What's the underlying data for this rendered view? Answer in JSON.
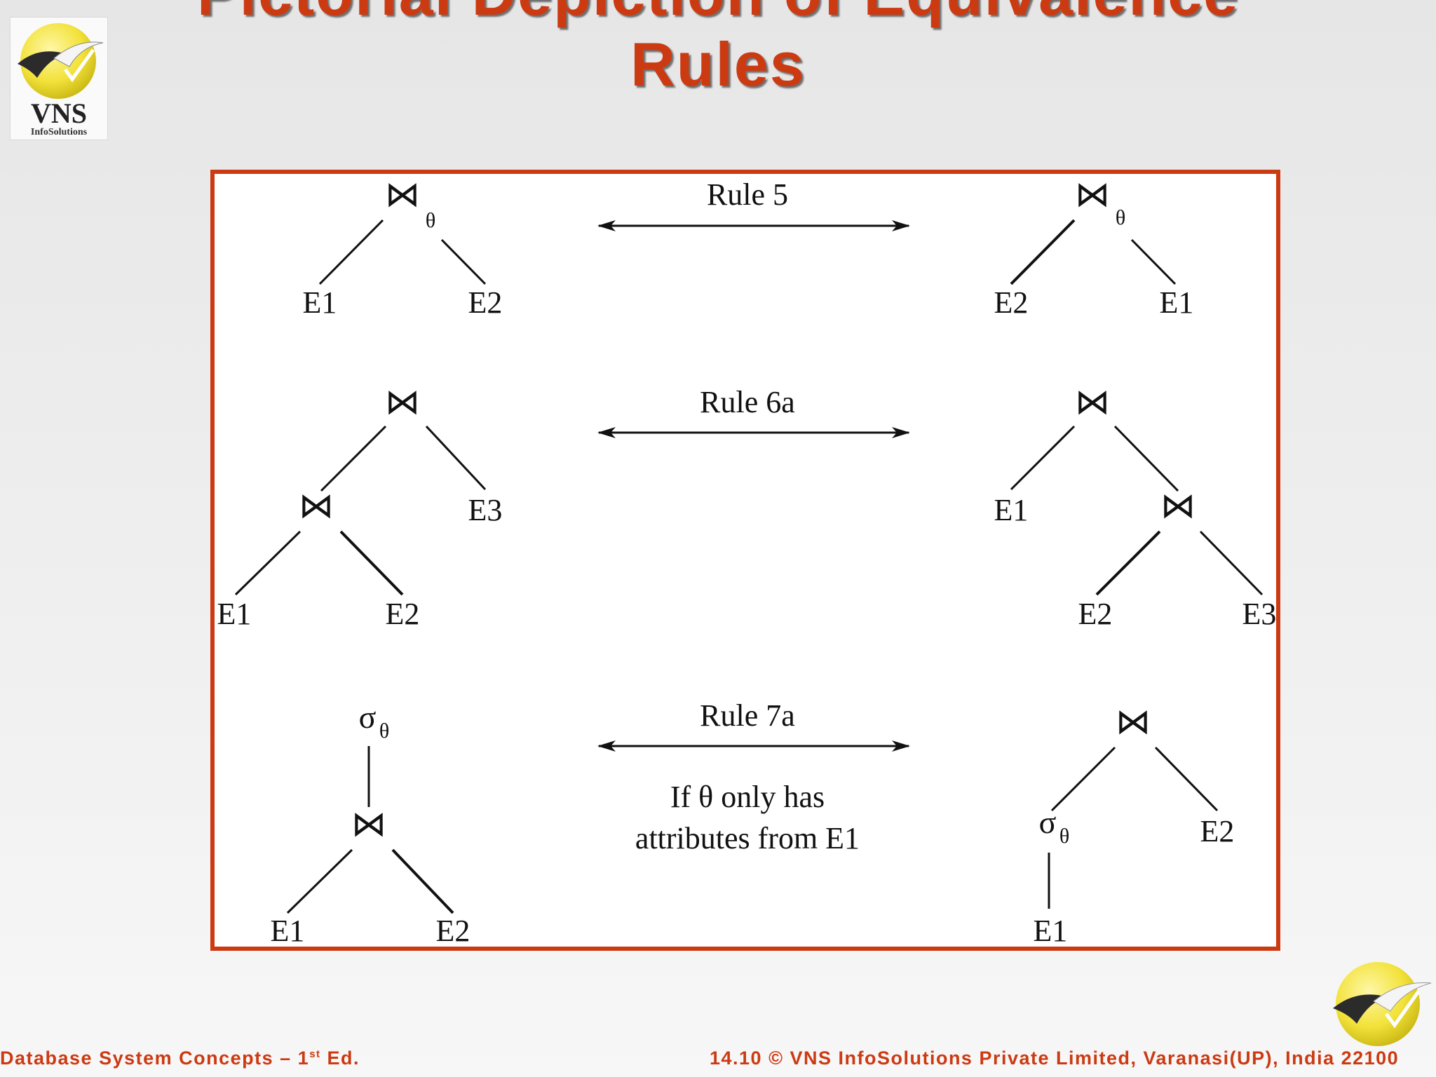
{
  "slide": {
    "title_line_1": "Pictorial Depiction of Equivalence",
    "title_line_2": "Rules"
  },
  "logo": {
    "text": "VNS",
    "subtext": "InfoSolutions"
  },
  "footer": {
    "left_prefix": "Database System Concepts – 1",
    "left_sup": "st",
    "left_suffix": " Ed.",
    "right": "14.10 © VNS InfoSolutions Private Limited, Varanasi(UP), India 22100"
  },
  "diagram": {
    "join_symbol": "⋈",
    "select_symbol": "σ",
    "theta": "θ",
    "rule_5": {
      "label": "Rule 5",
      "left": {
        "leaf_1": "E1",
        "leaf_2": "E2"
      },
      "right": {
        "leaf_1": "E2",
        "leaf_2": "E1"
      }
    },
    "rule_6a": {
      "label": "Rule 6a",
      "left": {
        "leaf_1": "E1",
        "leaf_2": "E2",
        "leaf_3": "E3"
      },
      "right": {
        "leaf_1": "E1",
        "leaf_2": "E2",
        "leaf_3": "E3"
      }
    },
    "rule_7a": {
      "label": "Rule 7a",
      "condition_line_1": "If θ only has",
      "condition_line_2": "attributes from E1",
      "left": {
        "leaf_1": "E1",
        "leaf_2": "E2"
      },
      "right": {
        "leaf_1": "E1",
        "leaf_2": "E2"
      }
    }
  },
  "colors": {
    "accent": "#cc3a12",
    "frame_border": "#cc3a12",
    "logo_yellow": "#f2e23a",
    "diagram_ink": "#111111"
  }
}
